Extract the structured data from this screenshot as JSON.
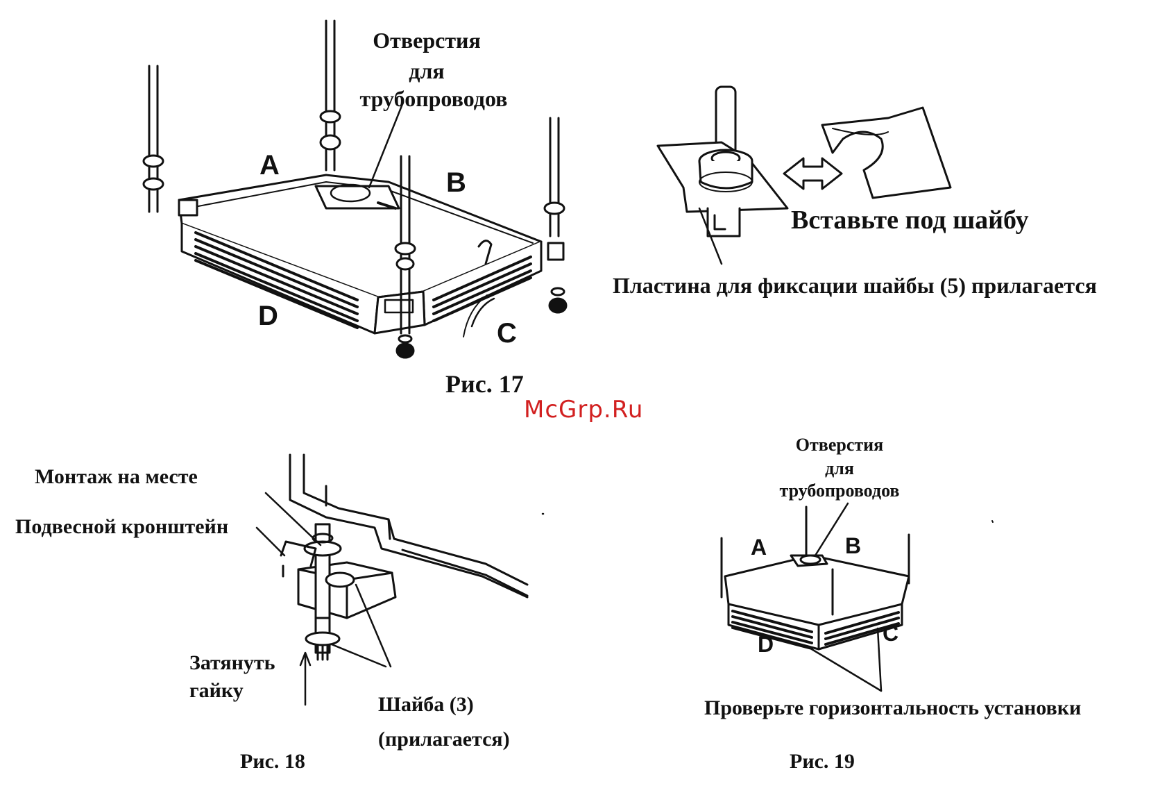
{
  "watermark": "McGrp.Ru",
  "colors": {
    "ink": "#111111",
    "paper": "#ffffff",
    "watermark": "#d22020"
  },
  "fig17": {
    "caption": "Рис. 17",
    "pipe_holes_line1": "Отверстия",
    "pipe_holes_line2": "для",
    "pipe_holes_line3": "трубопроводов",
    "letter_a": "A",
    "letter_b": "B",
    "letter_c": "C",
    "letter_d": "D",
    "insert_under_washer": "Вставьте под шайбу",
    "washer_plate": "Пластина для фиксации шайбы (5) прилагается"
  },
  "fig18": {
    "caption": "Рис. 18",
    "mount_on_site": "Монтаж на месте",
    "hanging_bracket": "Подвесной кронштейн",
    "tighten_nut_line1": "Затянуть",
    "tighten_nut_line2": "гайку",
    "washer_line1": "Шайба (3)",
    "washer_line2": "(прилагается)"
  },
  "fig19": {
    "caption": "Рис. 19",
    "pipe_holes_line1": "Отверстия",
    "pipe_holes_line2": "для",
    "pipe_holes_line3": "трубопроводов",
    "letter_a": "A",
    "letter_b": "B",
    "letter_c": "C",
    "letter_d": "D",
    "check_level": "Проверьте горизонтальность установки"
  }
}
